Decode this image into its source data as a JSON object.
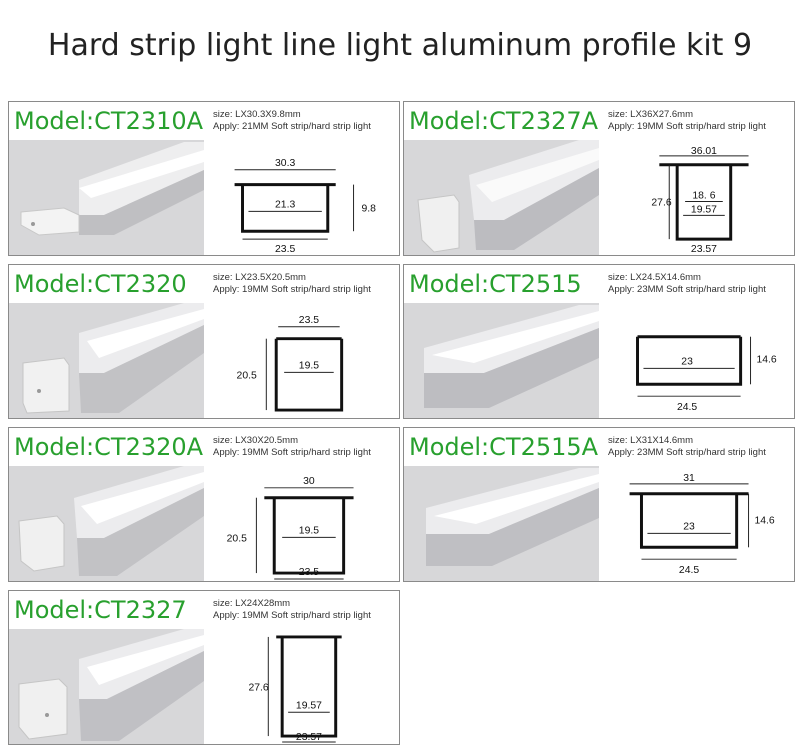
{
  "title": "Hard strip light line light aluminum profile kit 9",
  "colors": {
    "model_text": "#28a02e",
    "border": "#8a8a8a",
    "photo_bg": "#d7d7d9"
  },
  "products": [
    {
      "model": "Model:CT2310A",
      "size": "size: LX30.3X9.8mm",
      "apply": "Apply: 21MM Soft strip/hard strip light",
      "dims": {
        "top": "30.3",
        "mid": "21.3",
        "bottom": "23.5",
        "height": "9.8"
      }
    },
    {
      "model": "Model:CT2327A",
      "size": "size: LX36X27.6mm",
      "apply": "Apply: 19MM Soft strip/hard strip light",
      "dims": {
        "top": "36.01",
        "mid": "18. 6",
        "inner": "19.57",
        "bottom": "23.57",
        "height": "27.6"
      }
    },
    {
      "model": "Model:CT2320",
      "size": "size: LX23.5X20.5mm",
      "apply": "Apply: 19MM Soft strip/hard strip light",
      "dims": {
        "top": "23.5",
        "mid": "19.5",
        "height": "20.5"
      }
    },
    {
      "model": "Model:CT2515",
      "size": "size: LX24.5X14.6mm",
      "apply": "Apply: 23MM Soft strip/hard strip light",
      "dims": {
        "mid": "23",
        "bottom": "24.5",
        "height": "14.6"
      }
    },
    {
      "model": "Model:CT2320A",
      "size": "size: LX30X20.5mm",
      "apply": "Apply: 19MM Soft strip/hard strip light",
      "dims": {
        "top": "30",
        "mid": "19.5",
        "bottom": "23.5",
        "height": "20.5"
      }
    },
    {
      "model": "Model:CT2515A",
      "size": "size: LX31X14.6mm",
      "apply": "Apply: 23MM Soft strip/hard strip light",
      "dims": {
        "top": "31",
        "mid": "23",
        "bottom": "24.5",
        "height": "14.6"
      }
    },
    {
      "model": "Model:CT2327",
      "size": "size: LX24X28mm",
      "apply": "Apply: 19MM Soft strip/hard strip light",
      "dims": {
        "mid": "19.57",
        "bottom": "23.57",
        "height": "27.6"
      }
    }
  ]
}
